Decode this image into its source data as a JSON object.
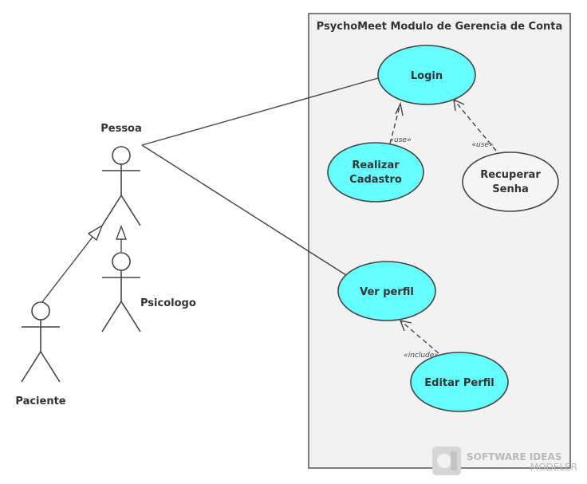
{
  "system": {
    "title": "PsychoMeet Modulo de Gerencia de Conta"
  },
  "actors": {
    "pessoa": "Pessoa",
    "psicologo": "Psicologo",
    "paciente": "Paciente"
  },
  "use_cases": {
    "login": "Login",
    "realizar_cadastro": [
      "Realizar",
      "Cadastro"
    ],
    "recuperar_senha": [
      "Recuperar",
      "Senha"
    ],
    "ver_perfil": "Ver perfil",
    "editar_perfil": "Editar Perfil"
  },
  "stereotypes": {
    "use_1": "«use»",
    "use_2": "«use»",
    "include": "«include»"
  },
  "watermark": {
    "line1": "SOFTWARE IDEAS",
    "line2": "MODELER"
  },
  "colors": {
    "use_case_cyan": "#66ffff",
    "use_case_plain": "#f5f5f5",
    "system_bg": "#f2f2f2",
    "stroke": "#444444"
  }
}
